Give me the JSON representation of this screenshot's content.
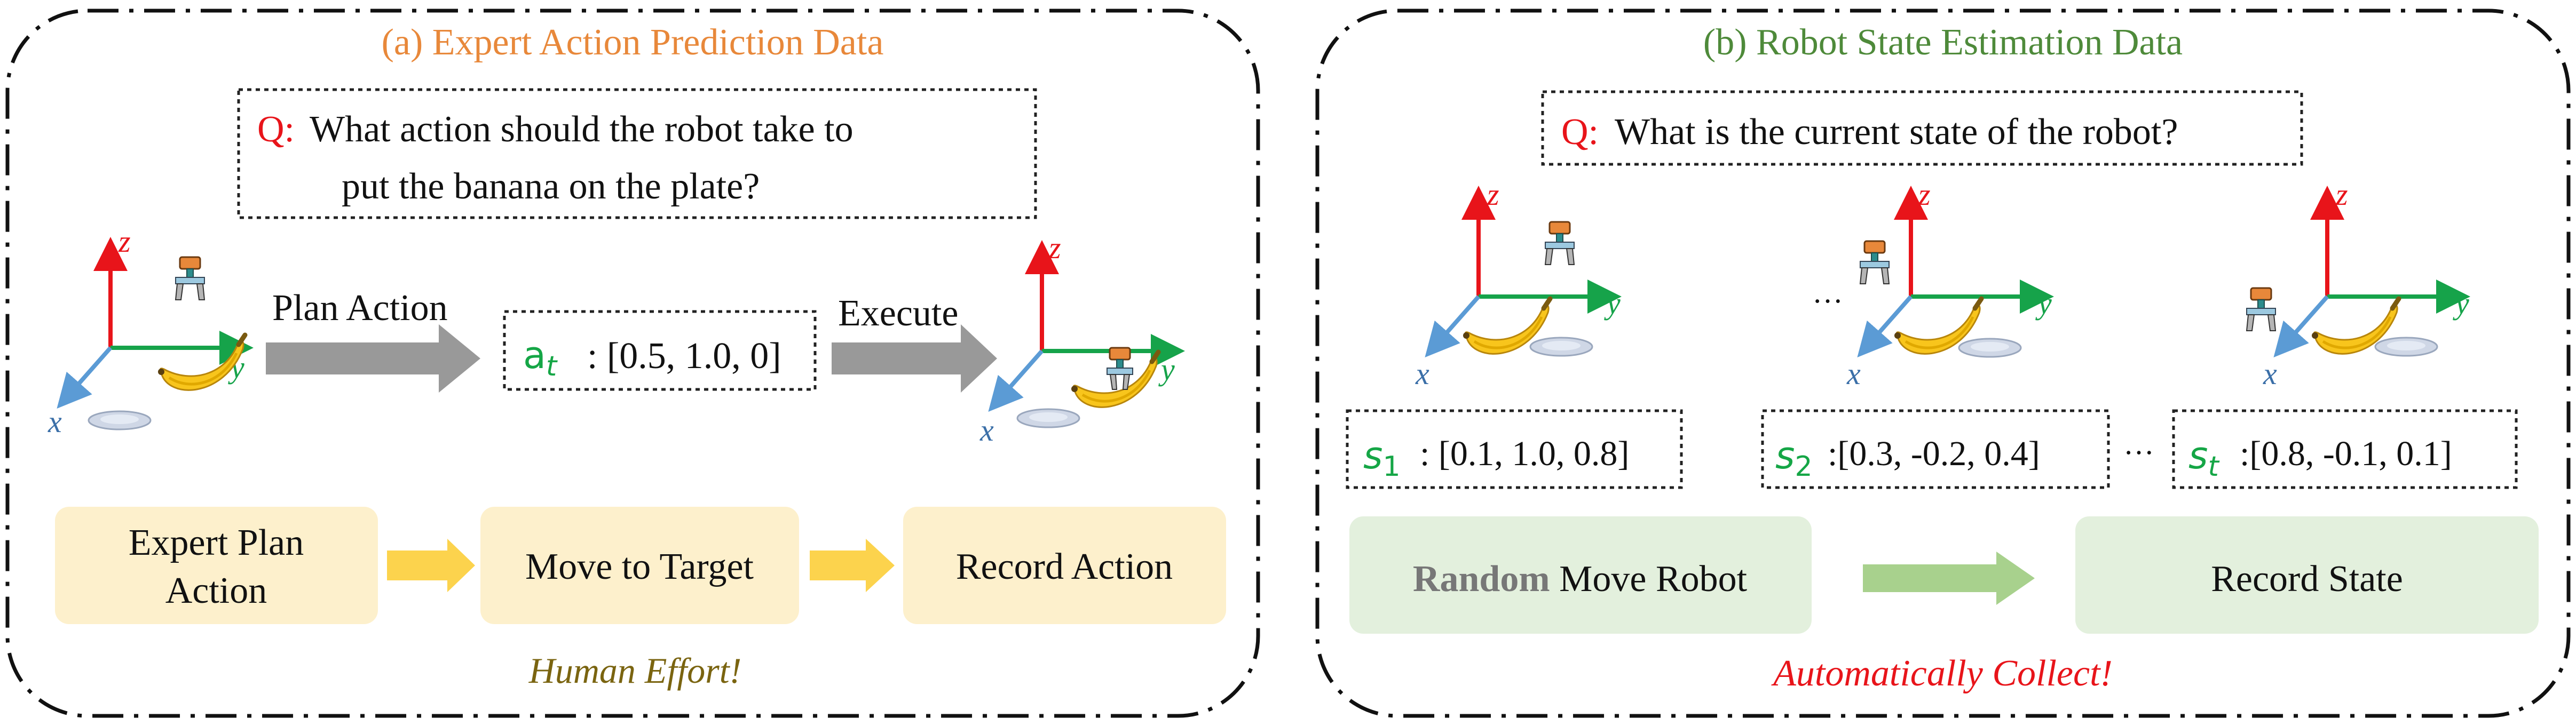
{
  "panel_a": {
    "title": "(a) Expert Action Prediction Data",
    "question_prefix": "Q:",
    "question_line1": "What action should the robot take to",
    "question_line2": "put the banana on the plate?",
    "plan_label": "Plan Action",
    "execute_label": "Execute",
    "action_symbol": "a",
    "action_subscript": "t",
    "action_value": ": [0.5, 1.0, 0]",
    "steps": [
      "Expert Plan",
      "Action",
      "Move to Target",
      "Record Action"
    ],
    "footer": "Human Effort!"
  },
  "panel_b": {
    "title": "(b) Robot State Estimation Data",
    "question_prefix": "Q:",
    "question": "What is the current state of the robot?",
    "ellipsis": "···",
    "states": [
      {
        "symbol": "s",
        "sub": "1",
        "value": ": [0.1, 1.0, 0.8]"
      },
      {
        "symbol": "s",
        "sub": "2",
        "value": " :[0.3, -0.2, 0.4]"
      },
      {
        "symbol": "s",
        "sub": "t",
        "value": ":[0.8, -0.1, 0.1]"
      }
    ],
    "step1_bold": "Random",
    "step1_rest": " Move Robot",
    "step2": "Record State",
    "footer": "Automatically Collect!"
  },
  "axis_labels": {
    "x": "x",
    "y": "y",
    "z": "z"
  },
  "colors": {
    "title_a": "#E8883A",
    "title_b": "#4E8A3A",
    "question_red": "#E8141A",
    "green_symbol": "#15A646",
    "axis_x": "#5B9BD5",
    "axis_y": "#16A34A",
    "axis_z": "#E8141A",
    "box_yellow": "#FDF0CC",
    "arrow_yellow": "#FCD34D",
    "box_green": "#E3F0DD",
    "arrow_green": "#A8D18D",
    "gray_arrow": "#999999",
    "footer_a": "#7A6410",
    "footer_b": "#E8141A"
  }
}
